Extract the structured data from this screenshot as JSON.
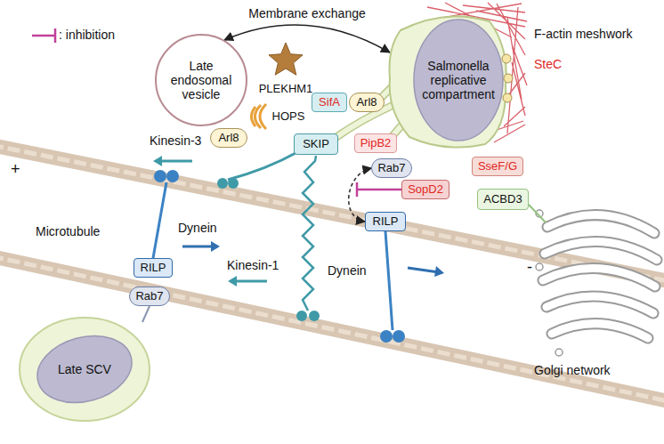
{
  "diagram": {
    "nodes": [
      {
        "text": [
          "Late endosomal vesicle"
        ]
      },
      {
        "text": [
          "Salmonella replicative compartment"
        ]
      },
      {
        "text": [
          "PLEKHM1"
        ]
      },
      {
        "text": [
          "Arl8"
        ]
      },
      {
        "text": [
          "HOPS"
        ]
      },
      {
        "text": [
          "SifA"
        ]
      },
      {
        "text": [
          "Arl8"
        ]
      },
      {
        "text": [
          "SKIP"
        ]
      },
      {
        "text": [
          "PipB2"
        ]
      },
      {
        "text": [
          "Rab7"
        ]
      },
      {
        "text": [
          "SopD2"
        ]
      },
      {
        "text": [
          "RILP"
        ]
      },
      {
        "text": [
          "SseF/G"
        ]
      },
      {
        "text": [
          "ACBD3"
        ]
      },
      {
        "text": [
          "RILP"
        ]
      },
      {
        "text": [
          "Rab7"
        ]
      },
      {
        "text": [
          "Late SCV"
        ]
      }
    ],
    "edges": [
      {
        "from": 0,
        "to": 1,
        "label": "Membrane exchange",
        "arrow": "both"
      },
      {
        "from": 9,
        "to": 11,
        "arrow": "both"
      }
    ],
    "labels": [
      "F-actin meshwork",
      "SteC",
      "Kinesin-3",
      "Kinesin-1",
      "Microtubule",
      "+",
      "Dynein",
      "Dynein",
      "-",
      "Golgi network"
    ],
    "legend": [
      {
        "text": ": inhibition"
      }
    ]
  }
}
